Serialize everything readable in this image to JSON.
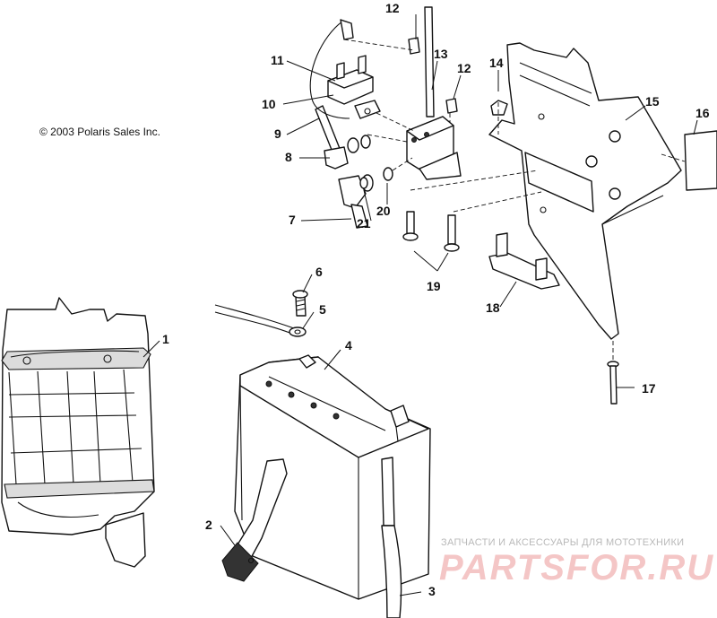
{
  "diagram": {
    "copyright": "© 2003 Polaris Sales Inc.",
    "callouts": [
      "1",
      "2",
      "3",
      "4",
      "5",
      "6",
      "7",
      "8",
      "9",
      "10",
      "11",
      "12",
      "12",
      "13",
      "14",
      "15",
      "16",
      "17",
      "18",
      "19",
      "20",
      "21"
    ]
  },
  "watermark": {
    "tagline": "ЗАПЧАСТИ И АКСЕССУАРЫ ДЛЯ МОТОТЕХНИКИ",
    "brand": "PARTSFOR.RU"
  }
}
